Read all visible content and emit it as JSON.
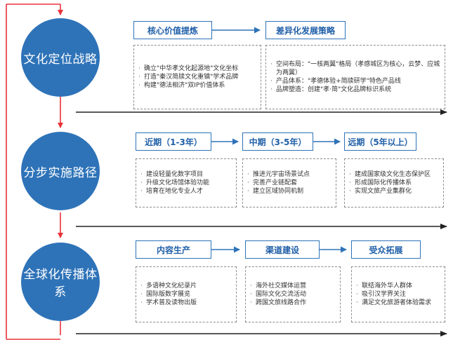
{
  "colors": {
    "accent": "#2e73b8",
    "connector": "#e8323a",
    "timeline": "#222222",
    "dashed_border": "#8c8c8c"
  },
  "stages": [
    {
      "label": "文化定位战略",
      "columns": [
        {
          "header": "核心价值提炼",
          "items": [
            "确立\"中华孝文化起源地\"文化坐标",
            "打造\"秦汉简牍文化重镇\"学术品牌",
            "构建\"德法相济\"双IP价值体系"
          ]
        },
        {
          "header": "差异化发展策略",
          "items": [
            "空间布局：\"一核两翼\"格局（孝感城区为核心，云梦、应城为两翼）",
            "产品体系：\"孝德体验+简牍研学\"特色产品线",
            "品牌塑造：创建\"孝·简\"文化品牌标识系统"
          ]
        }
      ]
    },
    {
      "label": "分步实施路径",
      "columns": [
        {
          "header": "近期（1-3年）",
          "items": [
            "建设轻量化数字项目",
            "升级文化场馆体验功能",
            "培育在地化专业人才"
          ]
        },
        {
          "header": "中期（3-5年）",
          "items": [
            "推进元宇宙场景试点",
            "完善产业链配套",
            "建立区域协同机制"
          ]
        },
        {
          "header": "远期（5年以上）",
          "items": [
            "建成国家级文化生态保护区",
            "形成国际化传播体系",
            "实现文旅产业集群化"
          ]
        }
      ]
    },
    {
      "label": "全球化传播体系",
      "columns": [
        {
          "header": "内容生产",
          "items": [
            "多语种文化纪录片",
            "国际版数字展览",
            "学术普及读物出版"
          ]
        },
        {
          "header": "渠道建设",
          "items": [
            "海外社交媒体运营",
            "国际文化交流活动",
            "跨国文旅线路合作"
          ]
        },
        {
          "header": "受众拓展",
          "items": [
            "联结海外华人群体",
            "吸引汉学界关注",
            "满足文化旅游者体验需求"
          ]
        }
      ]
    }
  ]
}
